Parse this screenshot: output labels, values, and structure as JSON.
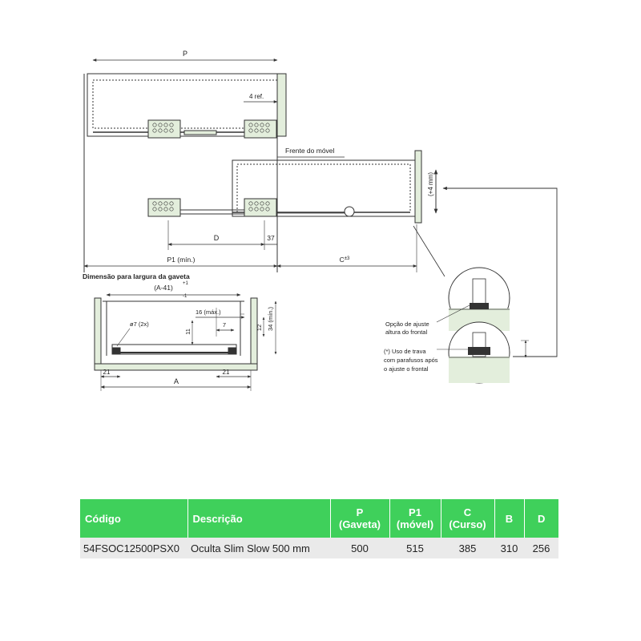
{
  "drawing": {
    "dims": {
      "p": "P",
      "ref4": "4 ref.",
      "frente": "Frente do móvel",
      "plus4": "(+4 mm)",
      "d": "D",
      "d37": "37",
      "p1": "P1 (mín.)",
      "c": "C",
      "c_tol": "±3"
    },
    "section": {
      "title": "Dimensão para largura da gaveta",
      "a41": "(A-41)",
      "tol_plus": "+1",
      "tol_minus": "-1",
      "d16": "16 (máx.)",
      "d11": "11",
      "d7": "7",
      "d12": "12",
      "d34": "34 (mín.)",
      "phi7": "ø7 (2x)",
      "d21_left": "21",
      "d21_right": "21",
      "a": "A"
    },
    "callouts": {
      "adjust_line1": "Opção de ajuste",
      "adjust_line2": "altura do frontal",
      "note_line1": "(*) Uso de trava",
      "note_line2": "com parafusos após",
      "note_line3": "o ajuste o frontal"
    },
    "colors": {
      "panel": "#e3eedc",
      "line": "#333333",
      "accent": "#3fd05b"
    }
  },
  "table": {
    "headers": {
      "codigo": "Código",
      "descricao": "Descrição",
      "p_line1": "P",
      "p_line2": "(Gaveta)",
      "p1_line1": "P1",
      "p1_line2": "(móvel)",
      "c_line1": "C",
      "c_line2": "(Curso)",
      "b": "B",
      "d": "D"
    },
    "row": {
      "codigo": "54FSOC12500PSX0",
      "descricao": "Oculta Slim Slow 500 mm",
      "p": "500",
      "p1": "515",
      "c": "385",
      "b": "310",
      "d": "256"
    }
  }
}
